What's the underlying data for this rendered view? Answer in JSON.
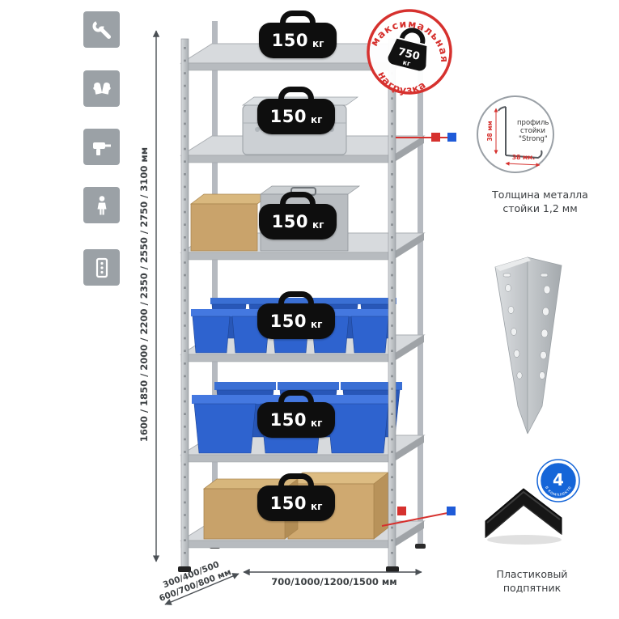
{
  "colors": {
    "accent_red": "#d6312e",
    "accent_blue": "#1f5bd8",
    "icon_bg": "#9ba1a6",
    "metal_light": "#d7dadd",
    "metal_mid": "#b7bbbf",
    "bin_blue": "#2e63cf",
    "box_tan": "#c8a26a",
    "badge_black": "#0e0e0e"
  },
  "sidebar": {
    "icons": [
      {
        "name": "wrench-icon"
      },
      {
        "name": "gloves-icon"
      },
      {
        "name": "drill-icon"
      },
      {
        "name": "person-icon"
      },
      {
        "name": "rack-post-icon"
      }
    ]
  },
  "dimensions": {
    "heights": "1600 / 1850 / 2000 / 2200 / 2350 / 2550 / 2750 / 3100 мм",
    "depths_line1": "300/400/500",
    "depths_line2": "600/700/800 мм",
    "widths": "700/1000/1200/1500 мм"
  },
  "rack": {
    "shelf_count": 6,
    "shelf_load": {
      "value": "150",
      "unit": "кг"
    }
  },
  "stamp": {
    "word_top": "максимальная",
    "word_bottom": "нагрузка",
    "value": "750",
    "unit": "кг"
  },
  "callouts": {
    "profile": {
      "label_line1": "профиль",
      "label_line2": "стойки",
      "label_line3": "\"Strong\"",
      "dim_vertical": "38 мм",
      "dim_horizontal": "38 мм.",
      "caption_line1": "Толщина металла",
      "caption_line2": "стойки 1,2 мм"
    },
    "foot": {
      "badge_value": "4",
      "badge_ring_text": "в комплекте",
      "caption_line1": "Пластиковый",
      "caption_line2": "подпятник"
    }
  }
}
